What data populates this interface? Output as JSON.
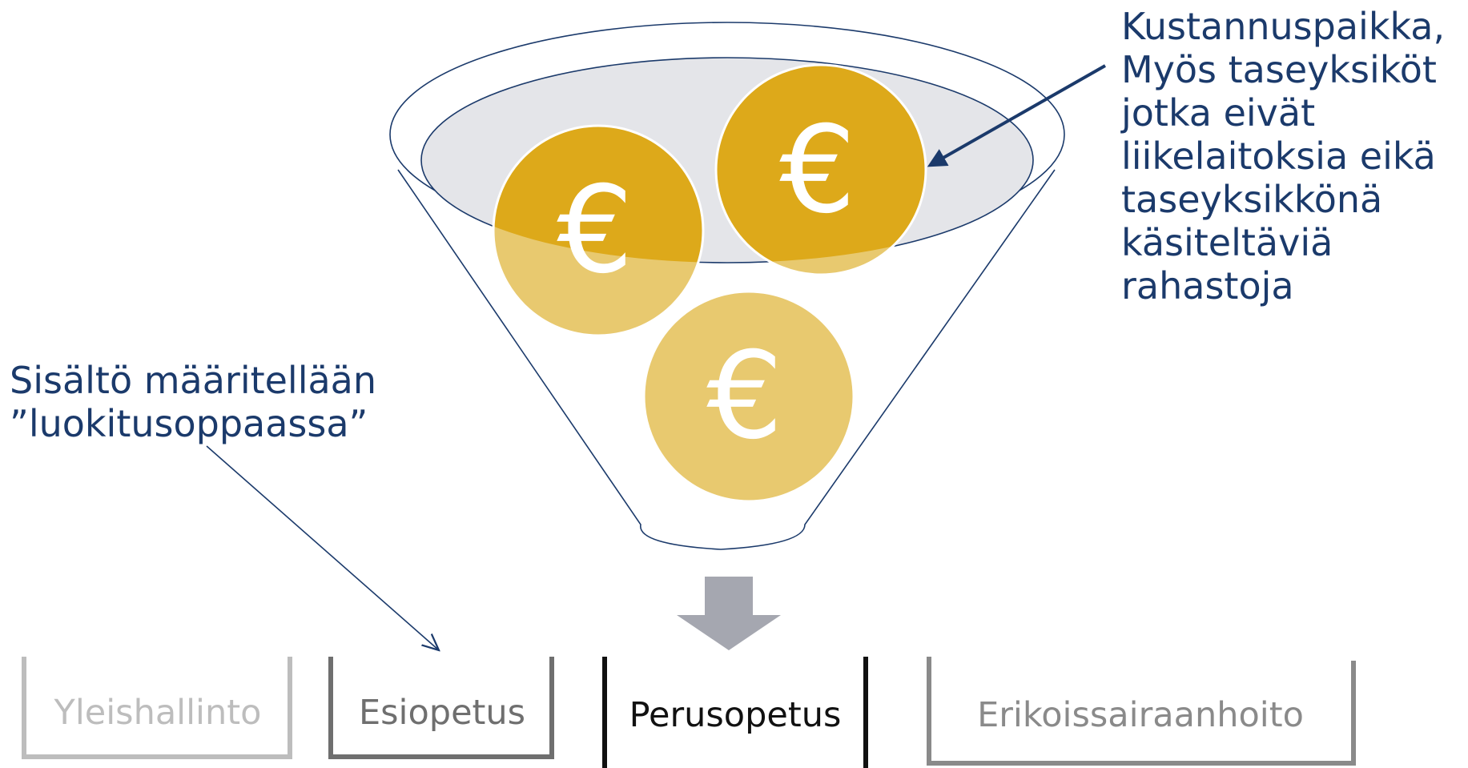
{
  "callout_right": {
    "lines": [
      "Kustannuspaikka,",
      "Myös taseyksiköt",
      "jotka eivät",
      "liikelaitoksia eikä",
      "taseyksikkönä",
      "käsiteltäviä",
      "rahastoja"
    ]
  },
  "callout_left": {
    "lines": [
      "Sisältö määritellään",
      "”luokitusoppaassa”"
    ]
  },
  "coins": [
    {
      "symbol": "€",
      "state": "outside-rim"
    },
    {
      "symbol": "€",
      "state": "outside-rim"
    },
    {
      "symbol": "€",
      "state": "inside-funnel"
    }
  ],
  "categories": [
    {
      "label": "Yleishallinto",
      "color": "#bdbdbd"
    },
    {
      "label": "Esiopetus",
      "color": "#6f6f6f"
    },
    {
      "label": "Perusopetus",
      "color": "#111111"
    },
    {
      "label": "Erikoissairaanhoito",
      "color": "#8a8a8a"
    }
  ],
  "colors": {
    "navy": "#1b3a6b",
    "coin_gold": "#dda91a",
    "coin_light": "#e8c96f",
    "funnel_opening": "#e4e5e9",
    "down_arrow": "#a5a7b0"
  }
}
